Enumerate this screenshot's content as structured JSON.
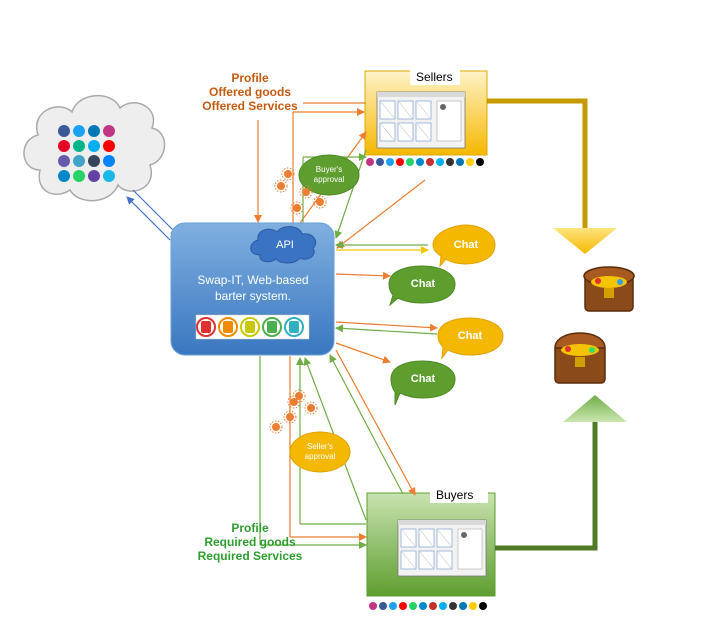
{
  "seller_info": {
    "line1": "Profile",
    "line2": "Offered goods",
    "line3": "Offered Services"
  },
  "buyer_info": {
    "line1": "Profile",
    "line2": "Required goods",
    "line3": "Required Services"
  },
  "sellers_box": {
    "title": "Sellers"
  },
  "buyers_box": {
    "title": "Buyers"
  },
  "system": {
    "api_label": "API",
    "line1": "Swap-IT, Web-based",
    "line2": "barter system."
  },
  "buyer_approval": {
    "line1": "Buyer's",
    "line2": "approval"
  },
  "seller_approval": {
    "line1": "Seller's",
    "line2": "approval"
  },
  "chats": [
    "Chat",
    "Chat",
    "Chat",
    "Chat"
  ],
  "colors": {
    "system_blue": "#5b9bd5",
    "seller_gold": "#f5b800",
    "buyer_green": "#70ad47",
    "chat_yellow": "#f5b800",
    "chat_green": "#5e9e2f",
    "orange_arrow": "#ed7d31",
    "green_arrow": "#70ad47",
    "gold_path": "#c49a00",
    "green_path": "#4e7a28"
  },
  "icons": [
    "facebook-icon",
    "twitter-icon",
    "linkedin-icon",
    "instagram-icon",
    "pinterest-icon",
    "vine-icon",
    "skype-icon",
    "youtube-icon",
    "viber-icon",
    "periscope-icon",
    "tumblr-icon",
    "messenger-icon",
    "telegram-icon",
    "whatsapp-icon",
    "twitch-icon",
    "vimeo-icon"
  ]
}
